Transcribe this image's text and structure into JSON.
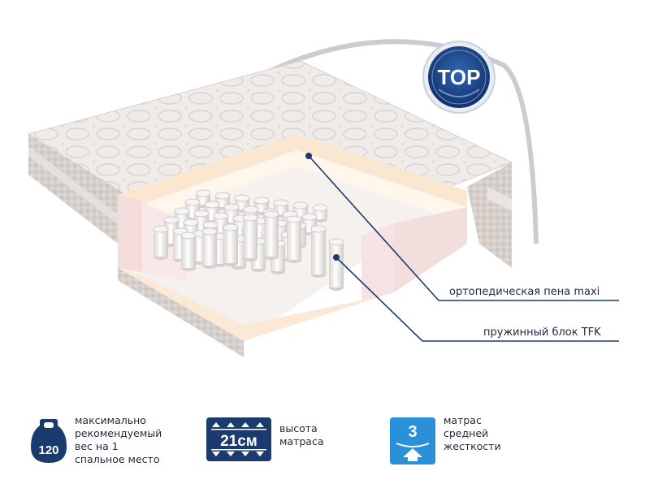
{
  "badge": {
    "label": "TOP"
  },
  "callouts": [
    {
      "label": "ортопедическая пена maxi"
    },
    {
      "label": "пружинный блок TFK"
    }
  ],
  "features": {
    "weight": {
      "value": "120",
      "lines": [
        "максимально",
        "рекомендуемый",
        "вес на 1",
        "спальное место"
      ]
    },
    "height": {
      "value": "21см",
      "lines": [
        "высота",
        "матраса"
      ]
    },
    "firmness": {
      "value": "3",
      "lines": [
        "матрас",
        "средней",
        "жесткости"
      ]
    }
  },
  "colors": {
    "navy": "#1b3a6e",
    "blue": "#2a91d8",
    "pink": "#f3dede",
    "foam": "#fbe9d6",
    "cover": "#ece8e6"
  }
}
